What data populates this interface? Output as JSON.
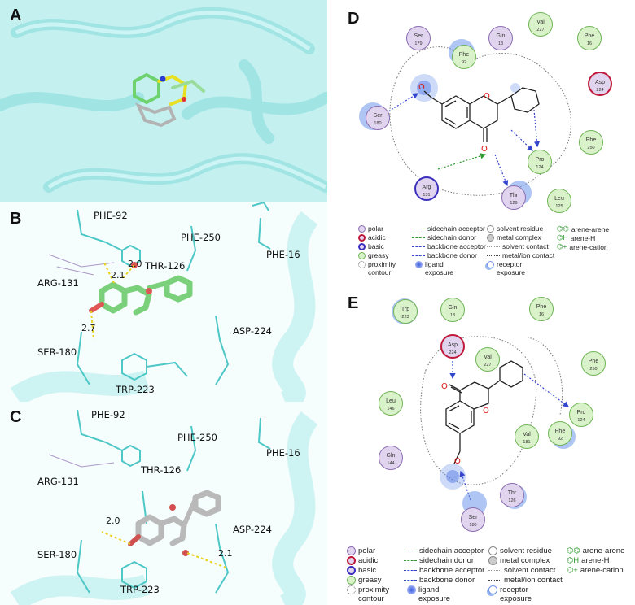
{
  "panels": {
    "a": {
      "letter": "A"
    },
    "b": {
      "letter": "B",
      "labels": [
        "PHE-92",
        "PHE-250",
        "PHE-16",
        "THR-126",
        "ARG-131",
        "ASP-224",
        "SER-180",
        "TRP-223"
      ],
      "distances": [
        "2.0",
        "2.1",
        "2.7"
      ]
    },
    "c": {
      "letter": "C",
      "labels": [
        "PHE-92",
        "PHE-250",
        "PHE-16",
        "THR-126",
        "ARG-131",
        "ASP-224",
        "SER-180",
        "TRP-223"
      ],
      "distances": [
        "2.0",
        "2.1"
      ]
    },
    "d": {
      "letter": "D",
      "residues": [
        {
          "name": "Ser",
          "num": "179",
          "type": "polar"
        },
        {
          "name": "Gln",
          "num": "13",
          "type": "polar"
        },
        {
          "name": "Val",
          "num": "227",
          "type": "greasy"
        },
        {
          "name": "Phe",
          "num": "16",
          "type": "greasy"
        },
        {
          "name": "Phe",
          "num": "92",
          "type": "greasy"
        },
        {
          "name": "Asp",
          "num": "224",
          "type": "acidic"
        },
        {
          "name": "Ser",
          "num": "180",
          "type": "polar"
        },
        {
          "name": "Phe",
          "num": "250",
          "type": "greasy"
        },
        {
          "name": "Pro",
          "num": "124",
          "type": "greasy"
        },
        {
          "name": "Arg",
          "num": "131",
          "type": "basic"
        },
        {
          "name": "Thr",
          "num": "126",
          "type": "polar"
        },
        {
          "name": "Leu",
          "num": "125",
          "type": "greasy"
        }
      ]
    },
    "e": {
      "letter": "E",
      "residues": [
        {
          "name": "Trp",
          "num": "223",
          "type": "greasy"
        },
        {
          "name": "Gln",
          "num": "13",
          "type": "polar"
        },
        {
          "name": "Phe",
          "num": "16",
          "type": "greasy"
        },
        {
          "name": "Asp",
          "num": "224",
          "type": "acidic"
        },
        {
          "name": "Val",
          "num": "227",
          "type": "greasy"
        },
        {
          "name": "Phe",
          "num": "250",
          "type": "greasy"
        },
        {
          "name": "Leu",
          "num": "146",
          "type": "greasy"
        },
        {
          "name": "Pro",
          "num": "124",
          "type": "greasy"
        },
        {
          "name": "Gln",
          "num": "144",
          "type": "polar"
        },
        {
          "name": "Val",
          "num": "181",
          "type": "greasy"
        },
        {
          "name": "Phe",
          "num": "92",
          "type": "greasy"
        },
        {
          "name": "Thr",
          "num": "126",
          "type": "polar"
        },
        {
          "name": "Ser",
          "num": "180",
          "type": "polar"
        }
      ]
    }
  },
  "legend": {
    "polar": "polar",
    "acidic": "acidic",
    "basic": "basic",
    "greasy": "greasy",
    "proximity": "proximity",
    "contour": "contour",
    "sidechain_acceptor": "sidechain acceptor",
    "sidechain_donor": "sidechain donor",
    "backbone_acceptor": "backbone acceptor",
    "backbone_donor": "backbone donor",
    "ligand": "ligand",
    "exposure": "exposure",
    "solvent_residue": "solvent residue",
    "metal_complex": "metal complex",
    "solvent_contact": "solvent contact",
    "metal_ion_contact": "metal/ion contact",
    "receptor": "receptor",
    "arene_arene": "arene-arene",
    "arene_h": "arene-H",
    "arene_cation": "arene-cation"
  },
  "colors": {
    "protein": "#a9ecec",
    "ligand_green": "#7bd17b",
    "ligand_grey": "#b9b9b9",
    "halo_blue": "#6f95ea",
    "acidic": "#c0183a",
    "basic": "#3b2fbf"
  }
}
